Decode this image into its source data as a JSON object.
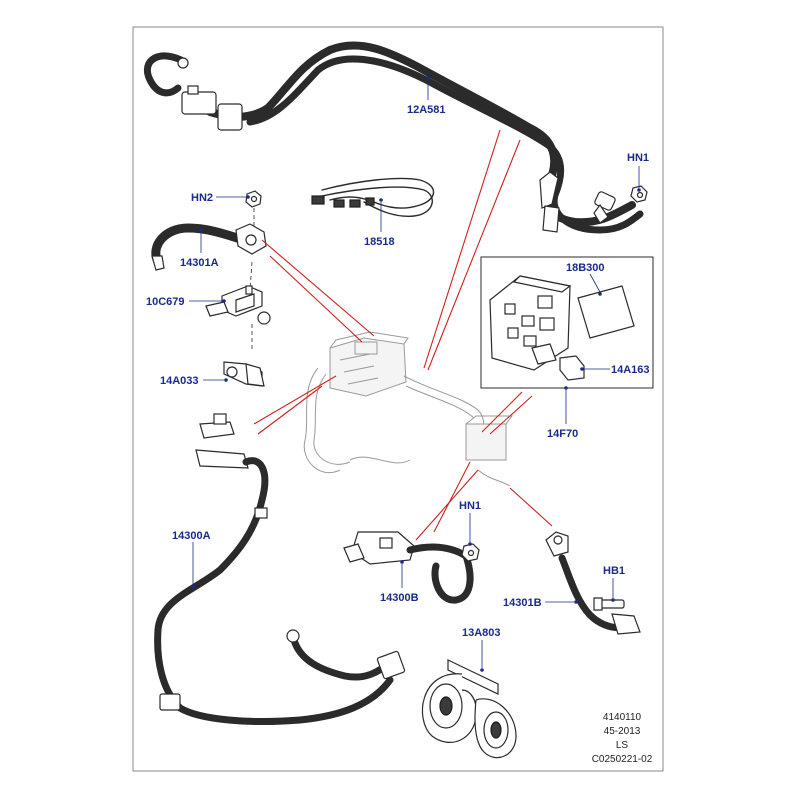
{
  "callouts": {
    "c12A581": "12A581",
    "cHN1_top": "HN1",
    "cHN2": "HN2",
    "c18518": "18518",
    "c14301A": "14301A",
    "c10C679": "10C679",
    "c14A033": "14A033",
    "c18B300": "18B300",
    "c14A163": "14A163",
    "c14F70": "14F70",
    "c14300A": "14300A",
    "cHN1_mid": "HN1",
    "c14300B": "14300B",
    "cHB1": "HB1",
    "c14301B": "14301B",
    "c13A803": "13A803"
  },
  "footer": {
    "line1": "4140110",
    "line2": "45-2013",
    "line3": "LS",
    "line4": "C0250221-02"
  },
  "colors": {
    "callout": "#1a2a8c",
    "leader_red": "#d21e1e",
    "line_art": "#2b2b2b"
  }
}
